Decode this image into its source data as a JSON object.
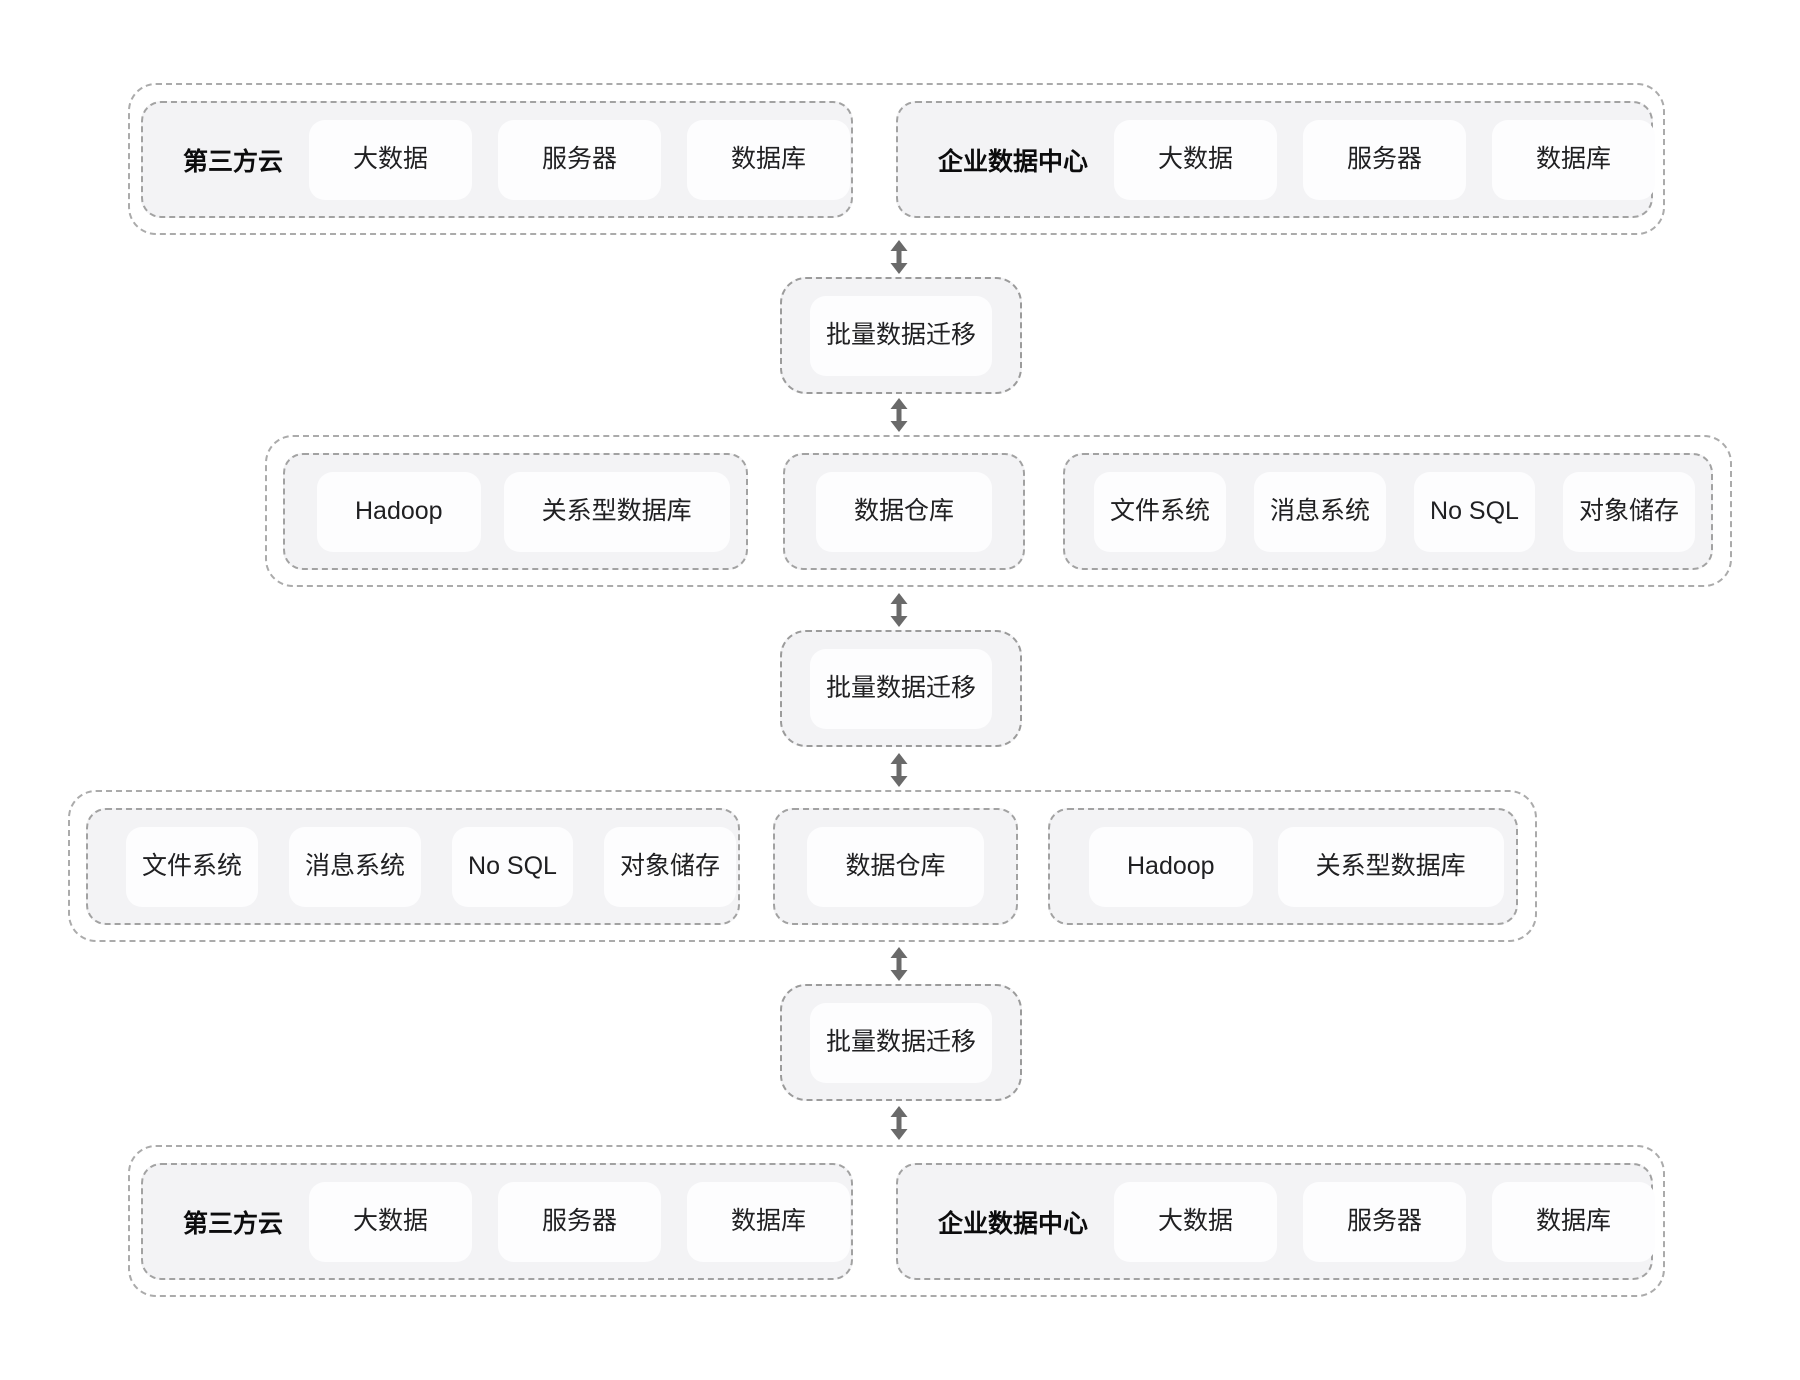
{
  "colors": {
    "background": "#ffffff",
    "container_fill": "#f3f3f5",
    "node_fill": "#fdfdfe",
    "dashed_border": "#a6a6a6",
    "arrow": "#6a6a6a",
    "text": "#1c1c1e"
  },
  "top_row": {
    "left_group": {
      "label": "第三方云",
      "items": [
        "大数据",
        "服务器",
        "数据库"
      ]
    },
    "right_group": {
      "label": "企业数据中心",
      "items": [
        "大数据",
        "服务器",
        "数据库"
      ]
    }
  },
  "migrations": [
    "批量数据迁移",
    "批量数据迁移",
    "批量数据迁移"
  ],
  "upper_middle_row": {
    "left_group": {
      "items": [
        "Hadoop",
        "关系型数据库"
      ]
    },
    "center_group": {
      "items": [
        "数据仓库"
      ]
    },
    "right_group": {
      "items": [
        "文件系统",
        "消息系统",
        "No SQL",
        "对象储存"
      ]
    }
  },
  "lower_middle_row": {
    "left_group": {
      "items": [
        "文件系统",
        "消息系统",
        "No SQL",
        "对象储存"
      ]
    },
    "center_group": {
      "items": [
        "数据仓库"
      ]
    },
    "right_group": {
      "items": [
        "Hadoop",
        "关系型数据库"
      ]
    }
  },
  "bottom_row": {
    "left_group": {
      "label": "第三方云",
      "items": [
        "大数据",
        "服务器",
        "数据库"
      ]
    },
    "right_group": {
      "label": "企业数据中心",
      "items": [
        "大数据",
        "服务器",
        "数据库"
      ]
    }
  }
}
